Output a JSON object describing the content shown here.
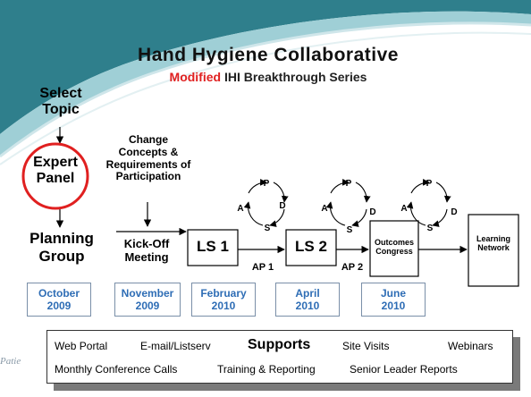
{
  "title": "Hand Hygiene Collaborative",
  "subtitle": {
    "highlight": "Modified",
    "rest": " IHI Breakthrough Series"
  },
  "steps": {
    "select_topic": "Select Topic",
    "expert_panel": "Expert Panel",
    "planning_group": "Planning Group",
    "change_concepts": "Change Concepts & Requirements of Participation",
    "kickoff": "Kick-Off Meeting",
    "ls1": "LS 1",
    "ls2": "LS 2",
    "outcomes": "Outcomes Congress",
    "learning": "Learning Network",
    "ap1": "AP 1",
    "ap2": "AP 2"
  },
  "pdsa": {
    "p": "P",
    "d": "D",
    "s": "S",
    "a": "A"
  },
  "dates": [
    {
      "month": "October",
      "year": "2009"
    },
    {
      "month": "November",
      "year": "2009"
    },
    {
      "month": "February",
      "year": "2010"
    },
    {
      "month": "April",
      "year": "2010"
    },
    {
      "month": "June",
      "year": "2010"
    }
  ],
  "supports": {
    "title": "Supports",
    "row1": [
      "Web Portal",
      "E-mail/Listserv",
      "Site Visits",
      "Webinars"
    ],
    "row2": [
      "Monthly Conference Calls",
      "Training & Reporting",
      "Senior Leader Reports"
    ]
  },
  "footer_logo_text": "Patie",
  "colors": {
    "highlight": "#e02020",
    "date_text": "#2e6db5",
    "circle": "#e02020",
    "wave": "#2f7f8c"
  }
}
